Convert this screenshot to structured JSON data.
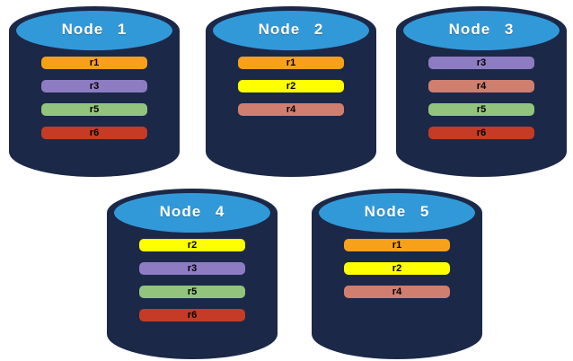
{
  "diagram": {
    "background": "#ffffff",
    "node_fill": "#1B2848",
    "node_top_fill": "#3299D9",
    "title_color": "#ffffff",
    "replica_label_color": "#000000",
    "nodes": [
      {
        "label": "Node 1",
        "replicas": [
          {
            "id": "r1",
            "color": "#F7A11A"
          },
          {
            "id": "r3",
            "color": "#8E7CC3"
          },
          {
            "id": "r5",
            "color": "#93C47D"
          },
          {
            "id": "r6",
            "color": "#C53B26"
          }
        ]
      },
      {
        "label": "Node 2",
        "replicas": [
          {
            "id": "r1",
            "color": "#F7A11A"
          },
          {
            "id": "r2",
            "color": "#FFFF00"
          },
          {
            "id": "r4",
            "color": "#D07E6F"
          }
        ]
      },
      {
        "label": "Node 3",
        "replicas": [
          {
            "id": "r3",
            "color": "#8E7CC3"
          },
          {
            "id": "r4",
            "color": "#D07E6F"
          },
          {
            "id": "r5",
            "color": "#93C47D"
          },
          {
            "id": "r6",
            "color": "#C53B26"
          }
        ]
      },
      {
        "label": "Node 4",
        "replicas": [
          {
            "id": "r2",
            "color": "#FFFF00"
          },
          {
            "id": "r3",
            "color": "#8E7CC3"
          },
          {
            "id": "r5",
            "color": "#93C47D"
          },
          {
            "id": "r6",
            "color": "#C53B26"
          }
        ]
      },
      {
        "label": "Node 5",
        "replicas": [
          {
            "id": "r1",
            "color": "#F7A11A"
          },
          {
            "id": "r2",
            "color": "#FFFF00"
          },
          {
            "id": "r4",
            "color": "#D07E6F"
          }
        ]
      }
    ]
  }
}
